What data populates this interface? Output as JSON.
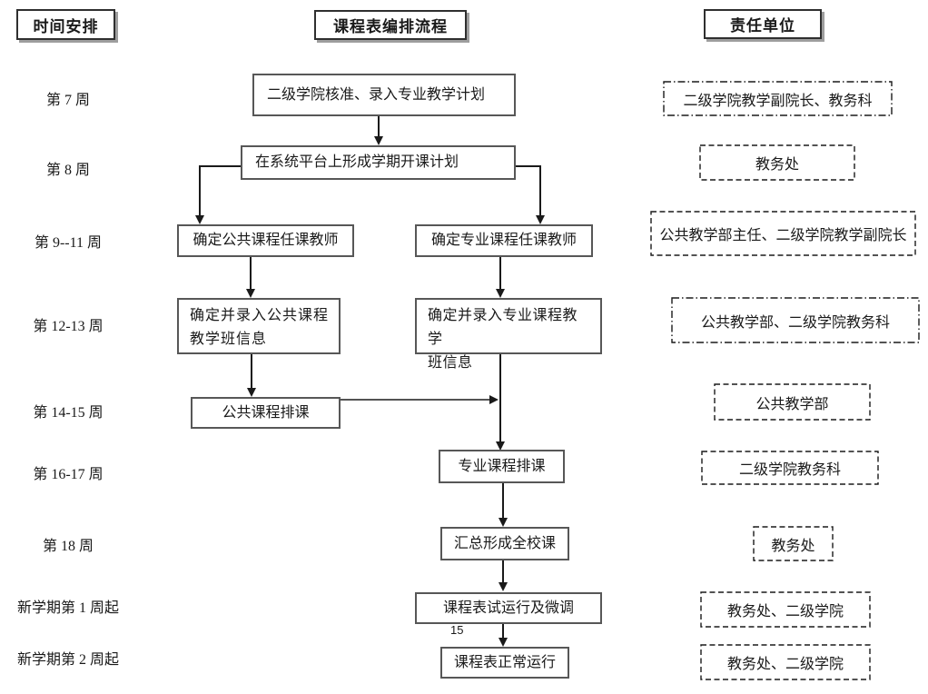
{
  "page": {
    "page_number": "15"
  },
  "headers": {
    "time": "时间安排",
    "process": "课程表编排流程",
    "unit": "责任单位"
  },
  "timeline": {
    "week7": "第 7 周",
    "week8": "第 8 周",
    "week9_11": "第 9--11 周",
    "week12_13": "第 12-13 周",
    "week14_15": "第 14-15 周",
    "week16_17": "第 16-17 周",
    "week18": "第 18 周",
    "new_term_week1": "新学期第 1 周起",
    "new_term_week2": "新学期第 2 周起"
  },
  "flow": {
    "approve_plan": "二级学院核准、录入专业教学计划",
    "form_term_plan": "在系统平台上形成学期开课计划",
    "public_course_teachers": "确定公共课程任课教师",
    "major_course_teachers": "确定专业课程任课教师",
    "public_class_info": "确定并录入公共课程\n教学班信息",
    "major_class_info": "确定并录入专业课程教学\n班信息",
    "public_scheduling": "公共课程排课",
    "major_scheduling": "专业课程排课",
    "summary_school_schedule": "汇总形成全校课",
    "trial_run_adjust": "课程表试运行及微调",
    "normal_run": "课程表正常运行"
  },
  "units": {
    "u1": "二级学院教学副院长、教务科",
    "u2": "教务处",
    "u3": "公共教学部主任、二级学院教学副院长",
    "u4": "公共教学部、二级学院教务科",
    "u5": "公共教学部",
    "u6": "二级学院教务科",
    "u7": "教务处",
    "u8": "教务处、二级学院",
    "u9": "教务处、二级学院"
  },
  "colors": {
    "flow_box_border": "#575757",
    "dashed_box_border": "#1a1a1a",
    "connector": "#1a1a1a",
    "text": "#1a1a1a",
    "header_shadow": "#9e9e9e"
  }
}
